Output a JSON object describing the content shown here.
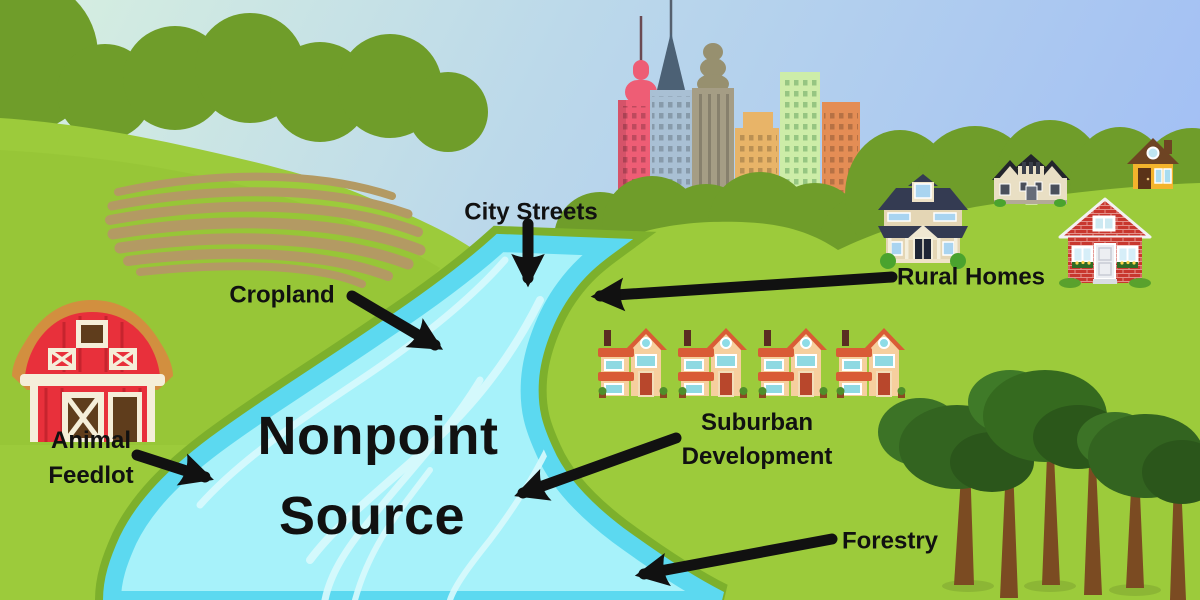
{
  "title": {
    "line1": "Nonpoint",
    "line2": "Source"
  },
  "labels": {
    "city_streets": "City Streets",
    "cropland": "Cropland",
    "animal_feedlot": {
      "line1": "Animal",
      "line2": "Feedlot"
    },
    "rural_homes": "Rural Homes",
    "suburban_development": {
      "line1": "Suburban",
      "line2": "Development"
    },
    "forestry": "Forestry"
  },
  "scene": {
    "pollution_sources": [
      "City Streets",
      "Cropland",
      "Animal Feedlot",
      "Rural Homes",
      "Suburban Development",
      "Forestry"
    ],
    "arrow_count": 6,
    "suburban_house_count": 4,
    "rural_house_count": 4,
    "forest_tree_count": 6,
    "colors": {
      "sky_left": "#d8f0df",
      "sky_right": "#a3c0f4",
      "grass": "#9ccb3b",
      "hill_shade": "#93c335",
      "bank_green": "#7db02c",
      "bush_green": "#6f9d2a",
      "river": "#a7f2fa",
      "river_edge": "#5cd9f0",
      "river_streak": "#d9fafd",
      "field_rows": "#b39a63",
      "arrow": "#111111",
      "text": "#111111",
      "barn_red": "#e8303b",
      "barn_trim": "#d28f3f",
      "suburban_roof": "#d95c36",
      "brick_red": "#c8372e",
      "tree_green": "#35661d"
    }
  }
}
